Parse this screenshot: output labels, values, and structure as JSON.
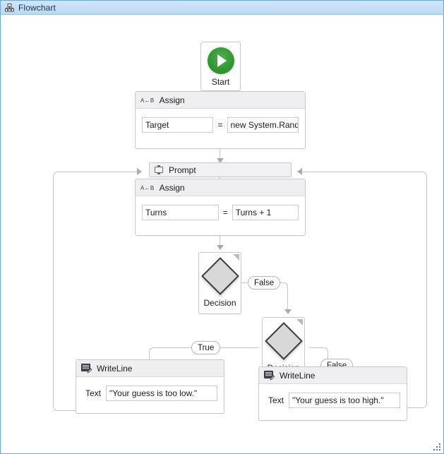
{
  "window": {
    "title": "Flowchart",
    "title_icon": "org-chart-icon",
    "border_color": "#6fa8dc",
    "titlebar_color": "#c6dff5"
  },
  "flowchart": {
    "start": {
      "label": "Start",
      "icon": "play-icon",
      "icon_color": "#2f962f"
    },
    "nodes": [
      {
        "id": "assign-target",
        "type": "Assign",
        "title": "Assign",
        "icon": "assign-icon",
        "icon_text": "A←B",
        "left_value": "Target",
        "operator": "=",
        "right_value": "new System.Randor"
      },
      {
        "id": "prompt",
        "type": "Prompt",
        "title": "Prompt",
        "icon": "prompt-dialog-icon"
      },
      {
        "id": "assign-turns",
        "type": "Assign",
        "title": "Assign",
        "icon": "assign-icon",
        "icon_text": "A←B",
        "left_value": "Turns",
        "operator": "=",
        "right_value": "Turns + 1"
      },
      {
        "id": "decision-1",
        "type": "Decision",
        "title": "Decision",
        "icon": "diamond-icon"
      },
      {
        "id": "decision-2",
        "type": "Decision",
        "title": "Decision",
        "icon": "diamond-icon"
      },
      {
        "id": "writeline-low",
        "type": "WriteLine",
        "title": "WriteLine",
        "icon": "writeline-icon",
        "field_label": "Text",
        "field_value": "\"Your guess is too low.\""
      },
      {
        "id": "writeline-high",
        "type": "WriteLine",
        "title": "WriteLine",
        "icon": "writeline-icon",
        "field_label": "Text",
        "field_value": "\"Your guess is too high.\""
      }
    ],
    "edge_labels": {
      "decision1_false": "False",
      "decision2_true": "True",
      "decision2_false": "False"
    }
  },
  "status": {
    "resize_grip": "resize-grip-icon"
  }
}
